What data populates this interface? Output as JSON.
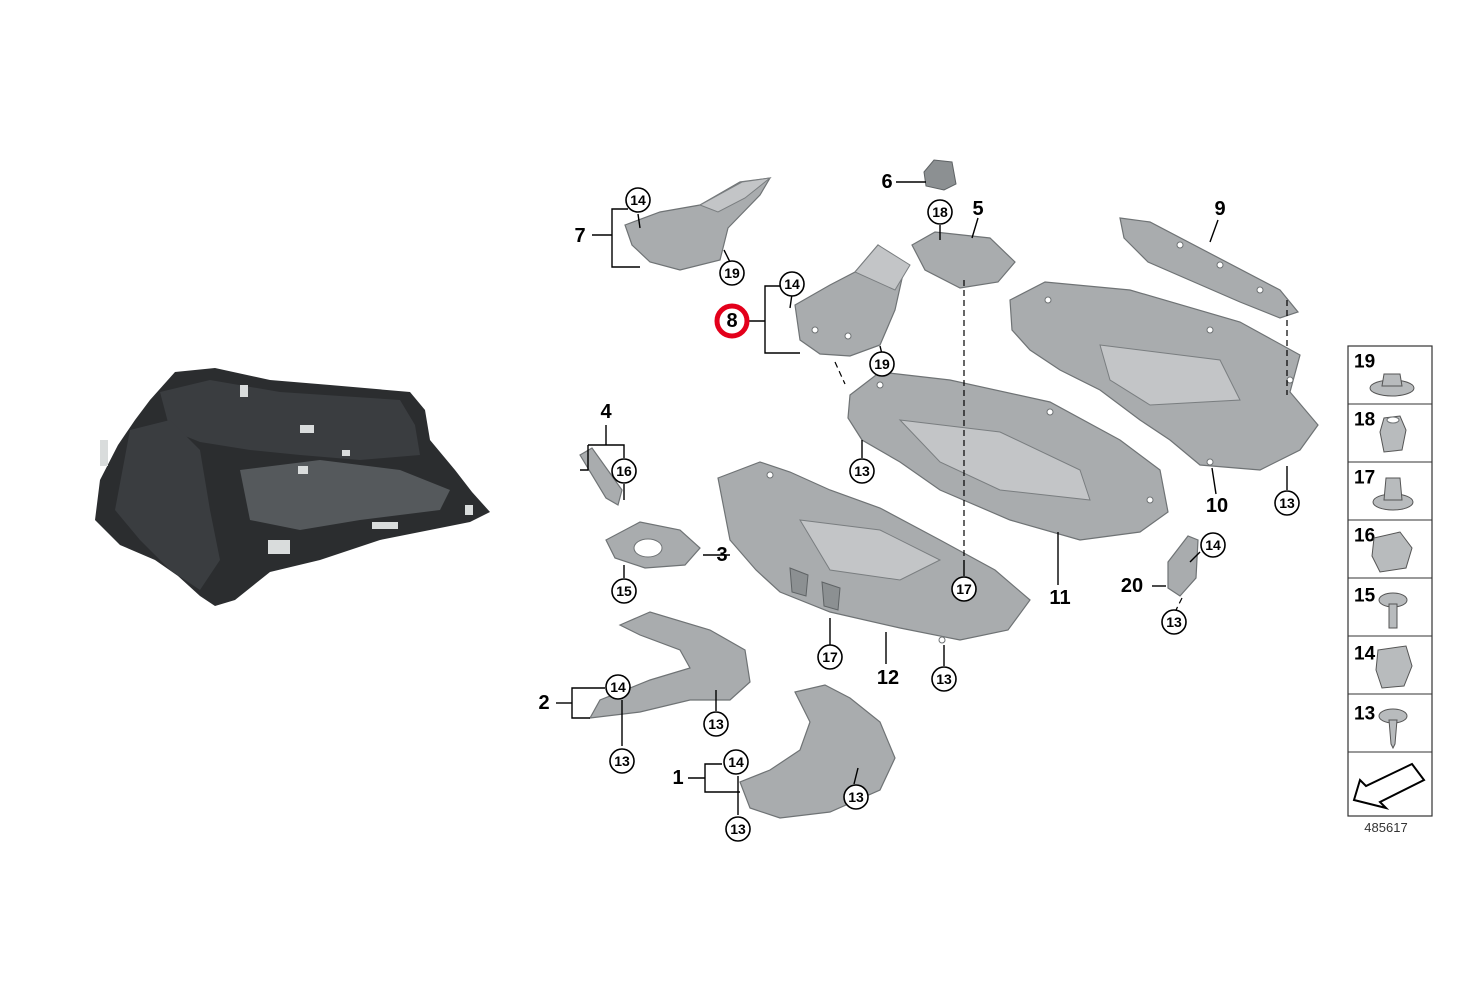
{
  "document_number": "485617",
  "highlighted_part": "8",
  "part_labels": [
    "1",
    "2",
    "3",
    "4",
    "5",
    "6",
    "7",
    "8",
    "9",
    "10",
    "11",
    "12",
    "20"
  ],
  "fastener_callouts": [
    "14",
    "19",
    "14",
    "19",
    "18",
    "16",
    "15",
    "13",
    "13",
    "17",
    "17",
    "13",
    "13",
    "14",
    "13",
    "14",
    "13",
    "13",
    "14",
    "13",
    "13"
  ],
  "legend_items": [
    {
      "number": "19",
      "icon": "hex-nut-flange-icon"
    },
    {
      "number": "18",
      "icon": "hex-nut-icon"
    },
    {
      "number": "17",
      "icon": "collar-nut-icon"
    },
    {
      "number": "16",
      "icon": "clip-nut-icon"
    },
    {
      "number": "15",
      "icon": "screw-washer-icon"
    },
    {
      "number": "14",
      "icon": "clamp-nut-icon"
    },
    {
      "number": "13",
      "icon": "self-tapping-screw-icon"
    }
  ],
  "colors": {
    "highlight": "#e3001b",
    "part_fill": "#a9acae",
    "photo": "#2b2d2f"
  }
}
